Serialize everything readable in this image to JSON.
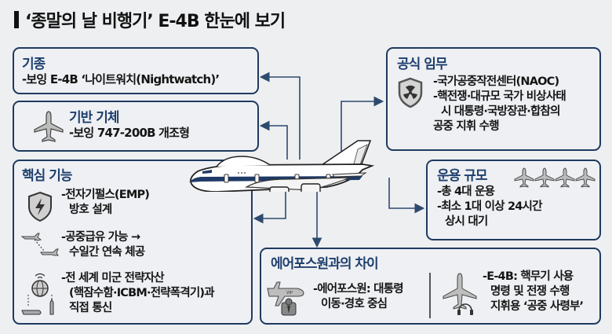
{
  "title": "‘종말의 날 비행기’ E-4B 한눈에 보기",
  "boxes": {
    "model": {
      "title": "기종",
      "lines": [
        "-보잉 E-4B ‘나이트워치(Nightwatch)’"
      ]
    },
    "base_airframe": {
      "title": "기반 기체",
      "lines": [
        "-보잉 747-200B 개조형"
      ],
      "icon": "airplane-icon"
    },
    "core_functions": {
      "title": "핵심 기능",
      "items": [
        {
          "icon": "lightning-shield-icon",
          "lines": [
            "-전자기펄스(EMP)",
            "방호 설계"
          ]
        },
        {
          "icon": "aerial-refueling-icon",
          "lines": [
            "-공중급유 가능 →",
            "수일간 연속 체공"
          ]
        },
        {
          "icon": "global-communication-icon",
          "lines": [
            "-전 세계 미군 전략자산",
            "(핵잠수함·ICBM·전략폭격기)과",
            "직접 통신"
          ]
        }
      ]
    },
    "official_mission": {
      "title": "공식 임무",
      "icon": "radiation-shield-icon",
      "lines": [
        "-국가공중작전센터(NAOC)",
        "-핵전쟁·대규모 국가 비상사태",
        "시 대통령·국방장관·합참의",
        "공중 지휘 수행"
      ]
    },
    "operation_scale": {
      "title": "운용 규모",
      "icon": "four-airplanes-icon",
      "lines": [
        "-총 4대 운용",
        "-최소 1대 이상 24시간",
        "상시 대기"
      ]
    },
    "difference": {
      "title": "에어포스원과의 차이",
      "left": {
        "icon": "vip-plane-icon",
        "lines": [
          "-에어포스원: 대통령",
          "이동·경호 중심"
        ]
      },
      "right": {
        "icon": "command-plane-icon",
        "lines": [
          "-E-4B: 핵무기 사용",
          "명령 및 전쟁 수행",
          "지휘용 ‘공중 사령부’"
        ]
      }
    }
  },
  "colors": {
    "border": "#1f3a5f",
    "title_blue": "#1f3f6e",
    "background": "#eeeff1",
    "stripe": "#1e3a66"
  }
}
